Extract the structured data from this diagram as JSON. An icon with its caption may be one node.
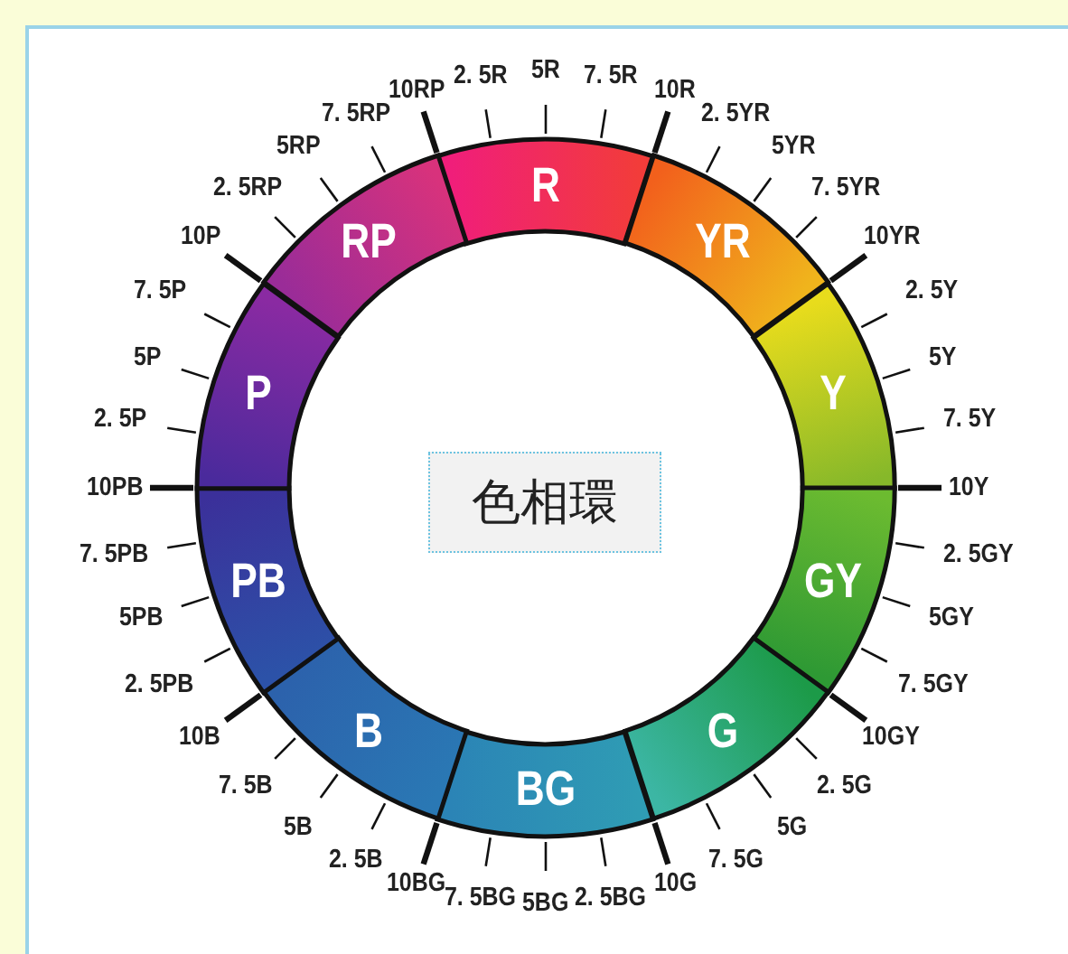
{
  "diagram": {
    "nodes": [
      {
        "text": [
          "R"
        ]
      },
      {
        "text": [
          "YR"
        ]
      },
      {
        "text": [
          "Y"
        ]
      },
      {
        "text": [
          "GY"
        ]
      },
      {
        "text": [
          "G"
        ]
      },
      {
        "text": [
          "BG"
        ]
      },
      {
        "text": [
          "B"
        ]
      },
      {
        "text": [
          "PB"
        ]
      },
      {
        "text": [
          "P"
        ]
      },
      {
        "text": [
          "RP"
        ]
      },
      {
        "text": [
          "色相環"
        ]
      }
    ],
    "labels": [
      "2. 5R",
      "5R",
      "7. 5R",
      "10R",
      "2. 5YR",
      "5YR",
      "7. 5YR",
      "10YR",
      "2. 5Y",
      "5Y",
      "7. 5Y",
      "10Y",
      "2. 5GY",
      "5GY",
      "7. 5GY",
      "10GY",
      "2. 5G",
      "5G",
      "7. 5G",
      "10G",
      "2. 5BG",
      "5BG",
      "7. 5BG",
      "10BG",
      "2. 5B",
      "5B",
      "7. 5B",
      "10B",
      "2. 5PB",
      "5PB",
      "7. 5PB",
      "10PB",
      "2. 5P",
      "5P",
      "7. 5P",
      "10P",
      "2. 5RP",
      "5RP",
      "7. 5RP",
      "10RP"
    ]
  }
}
